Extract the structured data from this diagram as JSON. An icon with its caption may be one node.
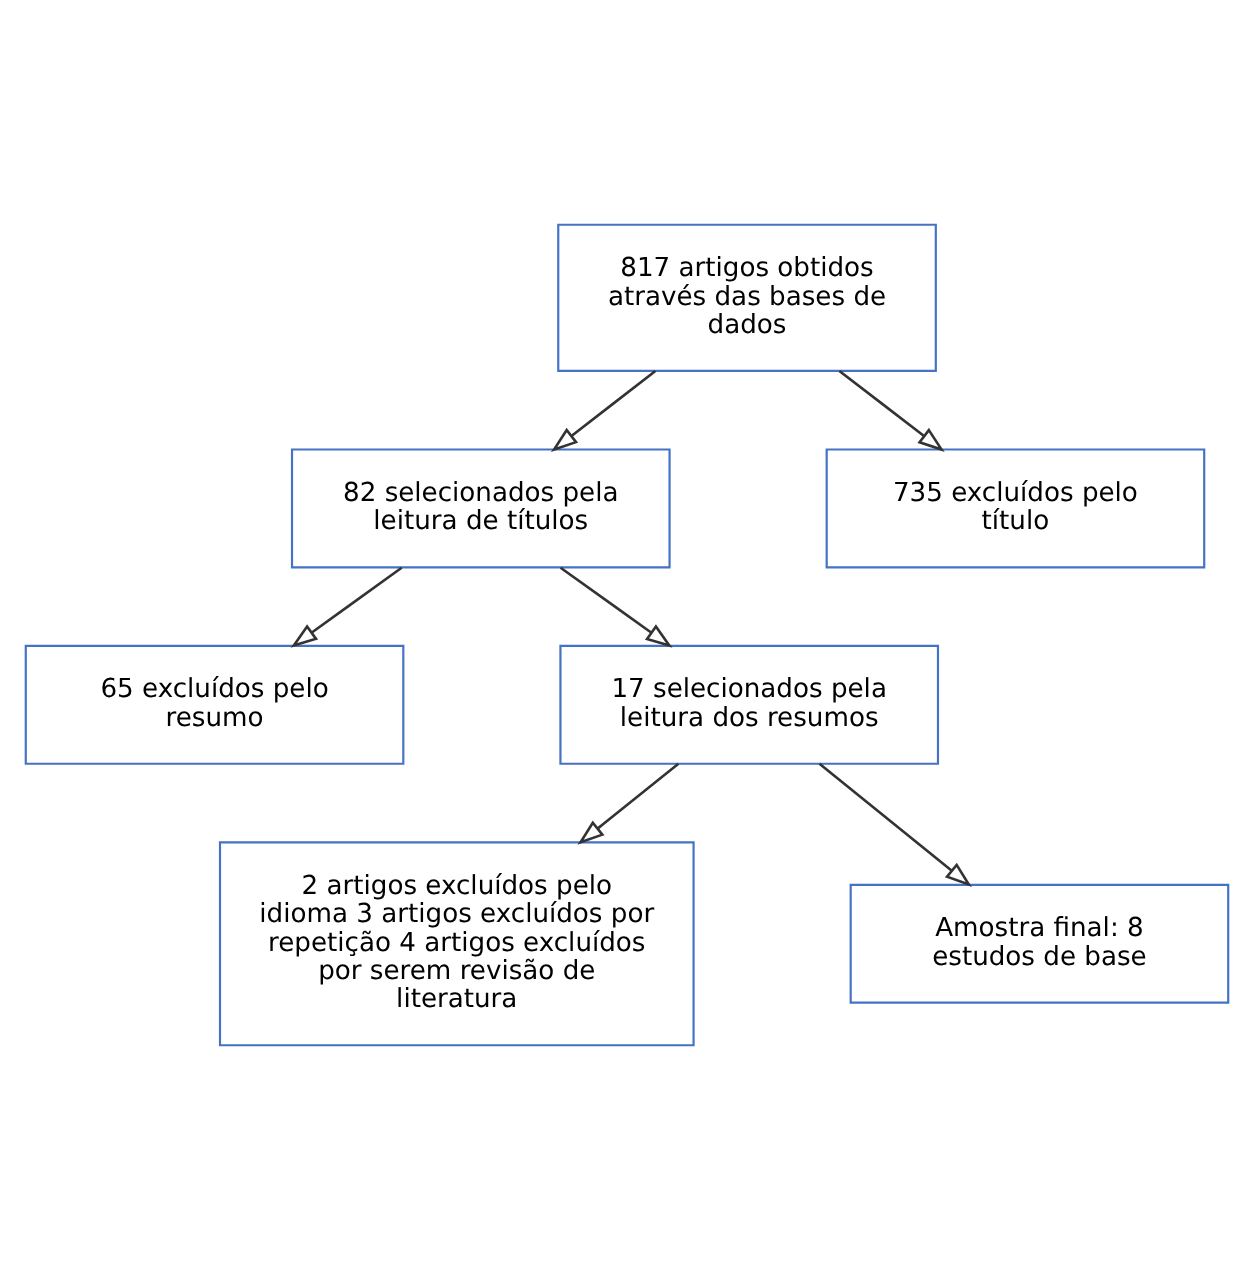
{
  "diagram": {
    "nodes": [
      {
        "text": [
          "817 artigos obtidos através das bases de dados"
        ]
      },
      {
        "text": [
          "82 selecionados pela leitura de títulos"
        ]
      },
      {
        "text": [
          "735 excluídos pelo título"
        ]
      },
      {
        "text": [
          "65 excluídos pelo resumo"
        ]
      },
      {
        "text": [
          "17 selecionados pela leitura dos resumos"
        ]
      },
      {
        "text": [
          "2 artigos excluídos pelo idioma 3 artigos excluídos por repetição 4 artigos excluídos por serem revisão de literatura"
        ]
      },
      {
        "text": [
          "Amostra final: 8 estudos de base"
        ]
      }
    ],
    "edges": [
      {
        "from": 0,
        "to": 1,
        "arrow": "to"
      },
      {
        "from": 0,
        "to": 2,
        "arrow": "to"
      },
      {
        "from": 1,
        "to": 4,
        "arrow": "to"
      },
      {
        "from": 1,
        "to": 3,
        "arrow": "to"
      },
      {
        "from": 4,
        "to": 6,
        "arrow": "to"
      },
      {
        "from": 4,
        "to": 5,
        "arrow": "to"
      }
    ]
  }
}
